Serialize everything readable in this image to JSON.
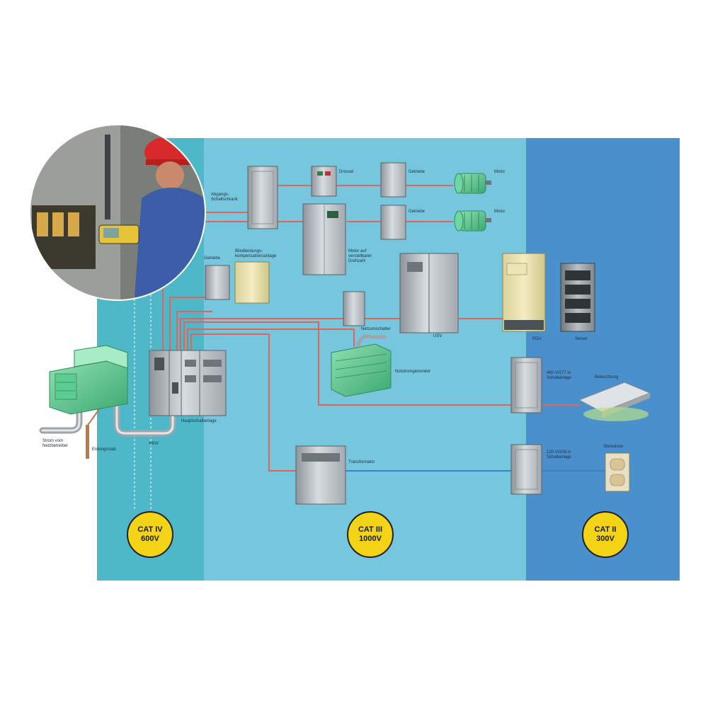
{
  "colors": {
    "zone_cat4": "#4fb8c8",
    "zone_cat3": "#76c7dd",
    "zone_cat2": "#4a90cc",
    "wire_red": "#e0645a",
    "wire_blue": "#3f7ec9",
    "badge_yellow": "#f3d316",
    "green_equipment": "#4fc28c"
  },
  "zones": [
    {
      "label_line1": "CAT IV",
      "label_line2": "600V"
    },
    {
      "label_line1": "CAT III",
      "label_line2": "1000V"
    },
    {
      "label_line1": "CAT II",
      "label_line2": "300V"
    }
  ],
  "labels": {
    "abgang_schaltschrank": "Abgangs-\nSchaltschrank",
    "drossel": "Drossel",
    "getriebe_1": "Getriebe",
    "motor_1": "Motor",
    "getriebe_2": "Getriebe",
    "motor_2": "Motor",
    "motor_drehzahl": "Motor auf\nverstellbarer\nDrehzahl",
    "getriebe_3": "Getriebe",
    "blindleistung": "Blindleistungs-\nkompensationsanlage",
    "netzumschalter": "Netzumschalter",
    "usv": "USV",
    "pdu": "PDU",
    "server": "Server",
    "notstromgenerator": "Notstromgenerator",
    "niederspannung_schaltanlage": "480-V/277-V-\nSchaltanlage",
    "beleuchtung": "Beleuchtung",
    "hauptschaltanlage": "Hauptschaltanlage",
    "480v": "480V",
    "stromnetz": "Strom vom\nNetzbetreiber",
    "erdungsstab": "Erdungsstab",
    "transformator": "Transformator",
    "schaltanlage_120v": "120-V/208-V-\nSchaltanlage",
    "steckdose": "Steckdose"
  }
}
